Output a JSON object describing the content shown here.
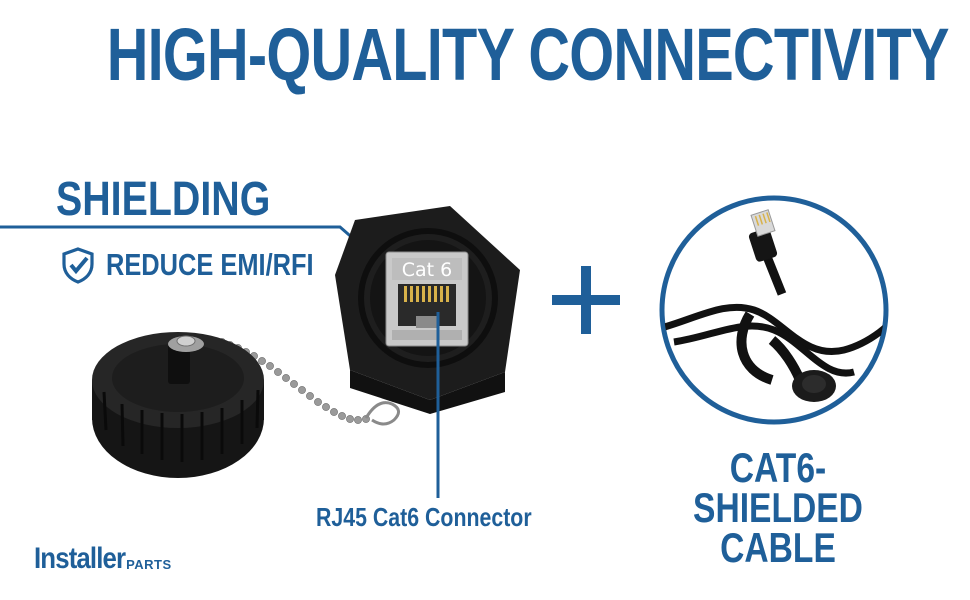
{
  "headline": "HIGH-QUALITY CONNECTIVITY",
  "shielding": {
    "title": "SHIELDING",
    "subtitle": "REDUCE EMI/RFI",
    "icon": "shield-check-icon"
  },
  "connector": {
    "jack_label": "Cat 6",
    "caption": "RJ45 Cat6 Connector"
  },
  "cable": {
    "caption_line1": "CAT6-SHIELDED",
    "caption_line2": "CABLE"
  },
  "brand": {
    "name": "Installer",
    "suffix": "PARTS"
  },
  "colors": {
    "brand_blue": "#1f5f99",
    "product_black": "#1a1a1a",
    "background": "#ffffff"
  }
}
